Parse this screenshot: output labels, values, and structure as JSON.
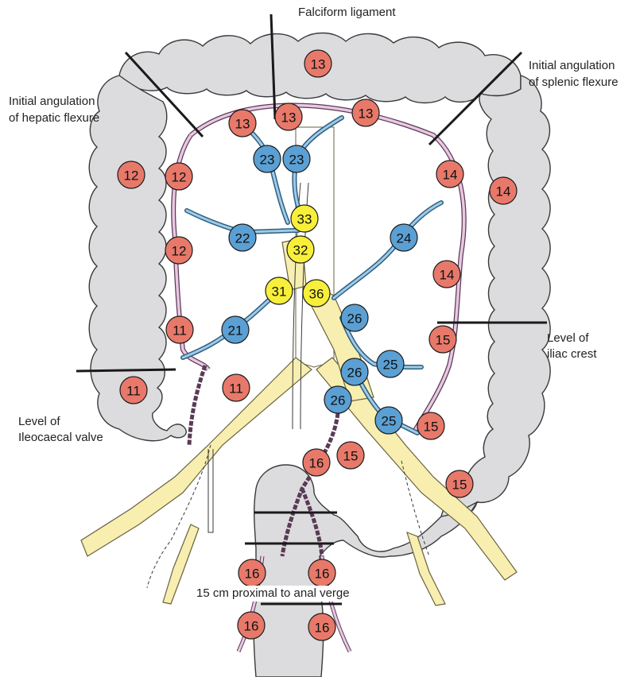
{
  "labels": {
    "falciform": "Falciform ligament",
    "hepatic_1": "Initial angulation",
    "hepatic_2": "of hepatic flexure",
    "splenic_1": "Initial angulation",
    "splenic_2": "of splenic flexure",
    "iliac_1": "Level of",
    "iliac_2": "iliac crest",
    "ileo_1": "Level of",
    "ileo_2": "Ileocaecal valve",
    "anal": "15 cm proximal to anal verge"
  },
  "colors": {
    "colon": "#dcdcde",
    "colon_edge": "#3a3a3a",
    "artery": "#4d9fd3",
    "artery_inner": "#9fcbe8",
    "vessel_pink": "#e9c8e3",
    "vessel_pink_edge": "#5a3a55",
    "aorta": "#f7eeb0",
    "aorta_edge": "#6a6240",
    "node_red": "#e8796a",
    "node_blue": "#5ba0d4",
    "node_yellow": "#f7ef3a"
  },
  "nodes": [
    {
      "label": "13",
      "type": "red"
    },
    {
      "label": "13",
      "type": "red"
    },
    {
      "label": "13",
      "type": "red"
    },
    {
      "label": "13",
      "type": "red"
    },
    {
      "label": "23",
      "type": "blue"
    },
    {
      "label": "23",
      "type": "blue"
    },
    {
      "label": "12",
      "type": "red"
    },
    {
      "label": "12",
      "type": "red"
    },
    {
      "label": "12",
      "type": "red"
    },
    {
      "label": "14",
      "type": "red"
    },
    {
      "label": "14",
      "type": "red"
    },
    {
      "label": "14",
      "type": "red"
    },
    {
      "label": "33",
      "type": "yellow"
    },
    {
      "label": "22",
      "type": "blue"
    },
    {
      "label": "32",
      "type": "yellow"
    },
    {
      "label": "24",
      "type": "blue"
    },
    {
      "label": "31",
      "type": "yellow"
    },
    {
      "label": "36",
      "type": "yellow"
    },
    {
      "label": "26",
      "type": "blue"
    },
    {
      "label": "21",
      "type": "blue"
    },
    {
      "label": "11",
      "type": "red"
    },
    {
      "label": "15",
      "type": "red"
    },
    {
      "label": "25",
      "type": "blue"
    },
    {
      "label": "26",
      "type": "blue"
    },
    {
      "label": "11",
      "type": "red"
    },
    {
      "label": "11",
      "type": "red"
    },
    {
      "label": "26",
      "type": "blue"
    },
    {
      "label": "25",
      "type": "blue"
    },
    {
      "label": "15",
      "type": "red"
    },
    {
      "label": "16",
      "type": "red"
    },
    {
      "label": "15",
      "type": "red"
    },
    {
      "label": "15",
      "type": "red"
    },
    {
      "label": "16",
      "type": "red"
    },
    {
      "label": "16",
      "type": "red"
    },
    {
      "label": "16",
      "type": "red"
    },
    {
      "label": "16",
      "type": "red"
    }
  ]
}
